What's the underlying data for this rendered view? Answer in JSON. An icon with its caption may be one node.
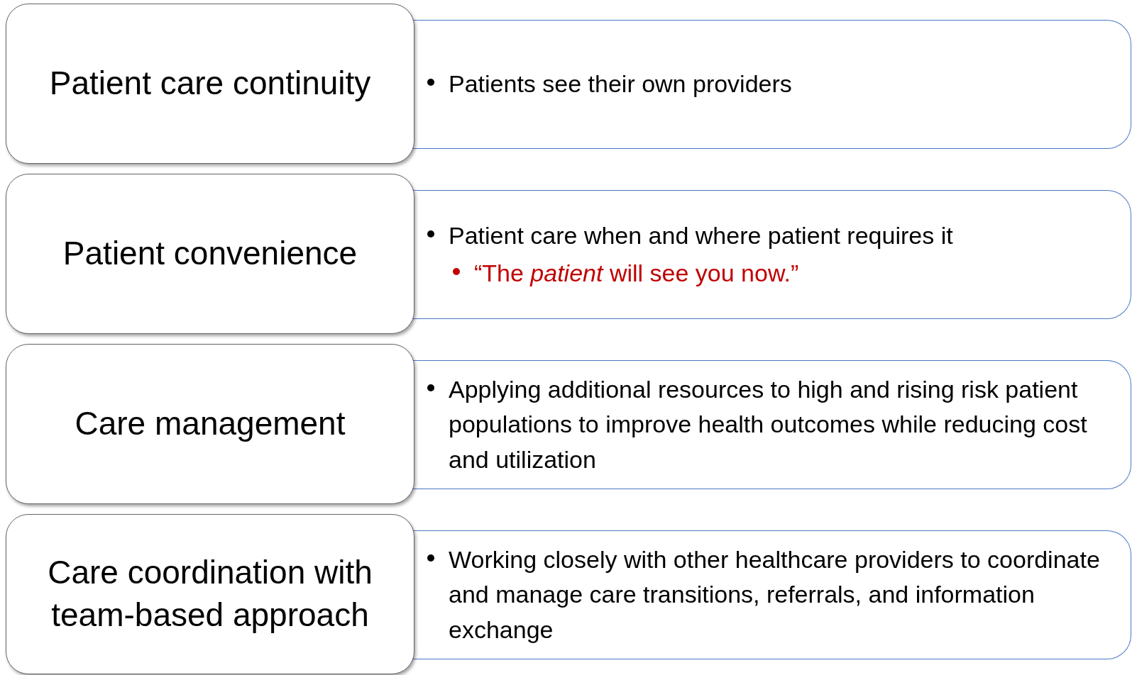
{
  "diagram": {
    "nodes": [
      {
        "text": [
          "Patient care continuity"
        ]
      },
      {
        "text": [
          "Patients see their own providers"
        ]
      },
      {
        "text": [
          "Patient convenience"
        ]
      },
      {
        "text": [
          "Patient care when and where patient requires it",
          "“The *patient* will see you now.”"
        ]
      },
      {
        "text": [
          "Care management"
        ]
      },
      {
        "text": [
          "Applying additional resources to high and rising risk patient populations to improve health outcomes while reducing cost and utilization"
        ]
      },
      {
        "text": [
          "Care coordination with team-based approach"
        ]
      },
      {
        "text": [
          "Working closely with other healthcare providers to coordinate and manage care transitions, referrals, and information exchange"
        ]
      }
    ]
  }
}
